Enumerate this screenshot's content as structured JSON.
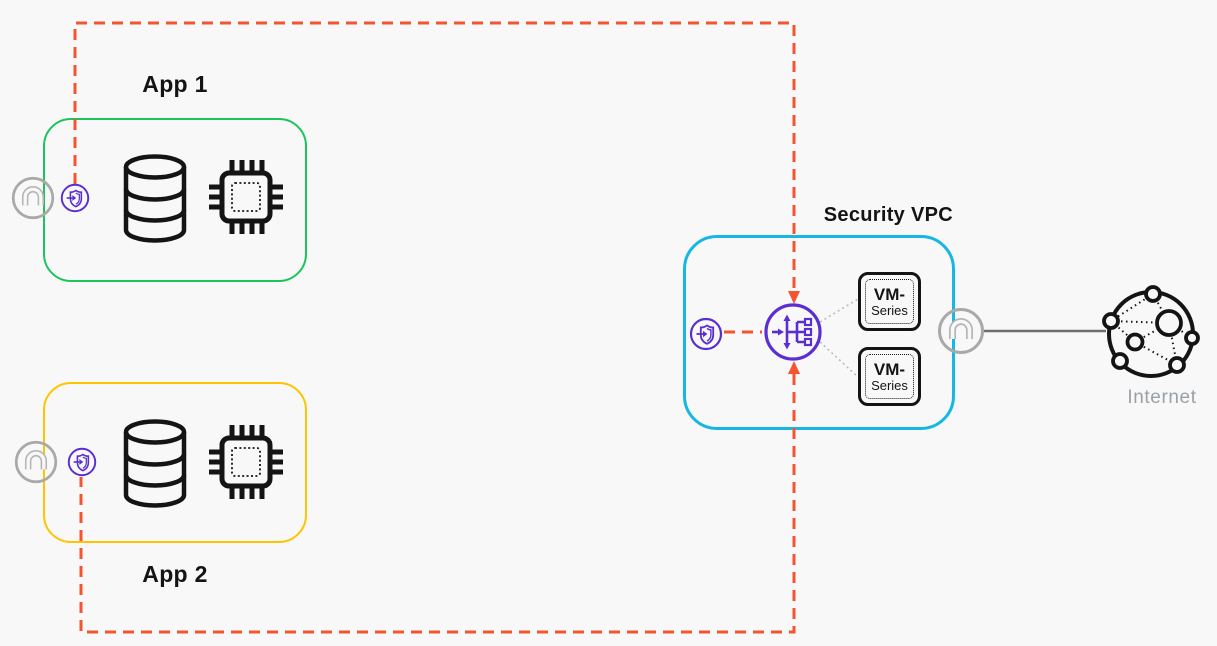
{
  "diagram": {
    "app_vpcs": [
      {
        "label": "App 1"
      },
      {
        "label": "App 2"
      }
    ],
    "security_vpc": {
      "label": "Security VPC",
      "vm_series": [
        {
          "line1": "VM-",
          "line2": "Series"
        },
        {
          "line1": "VM-",
          "line2": "Series"
        }
      ]
    },
    "internet_label": "Internet"
  },
  "colors": {
    "bg": "#f8f8f8",
    "ink": "#141414",
    "app1-border": "#1dc45d",
    "app2-border": "#ffc400",
    "svpc-border": "#16b8e3",
    "traffic": "#f4552f",
    "purple": "#5b2ed1",
    "gray-node": "#a9a9a9",
    "gray-node-inner": "#b5b5b5",
    "internet-line": "#6e6e6e",
    "dotted-link": "#bbbbbb",
    "muted-text": "#9aa0a6"
  }
}
